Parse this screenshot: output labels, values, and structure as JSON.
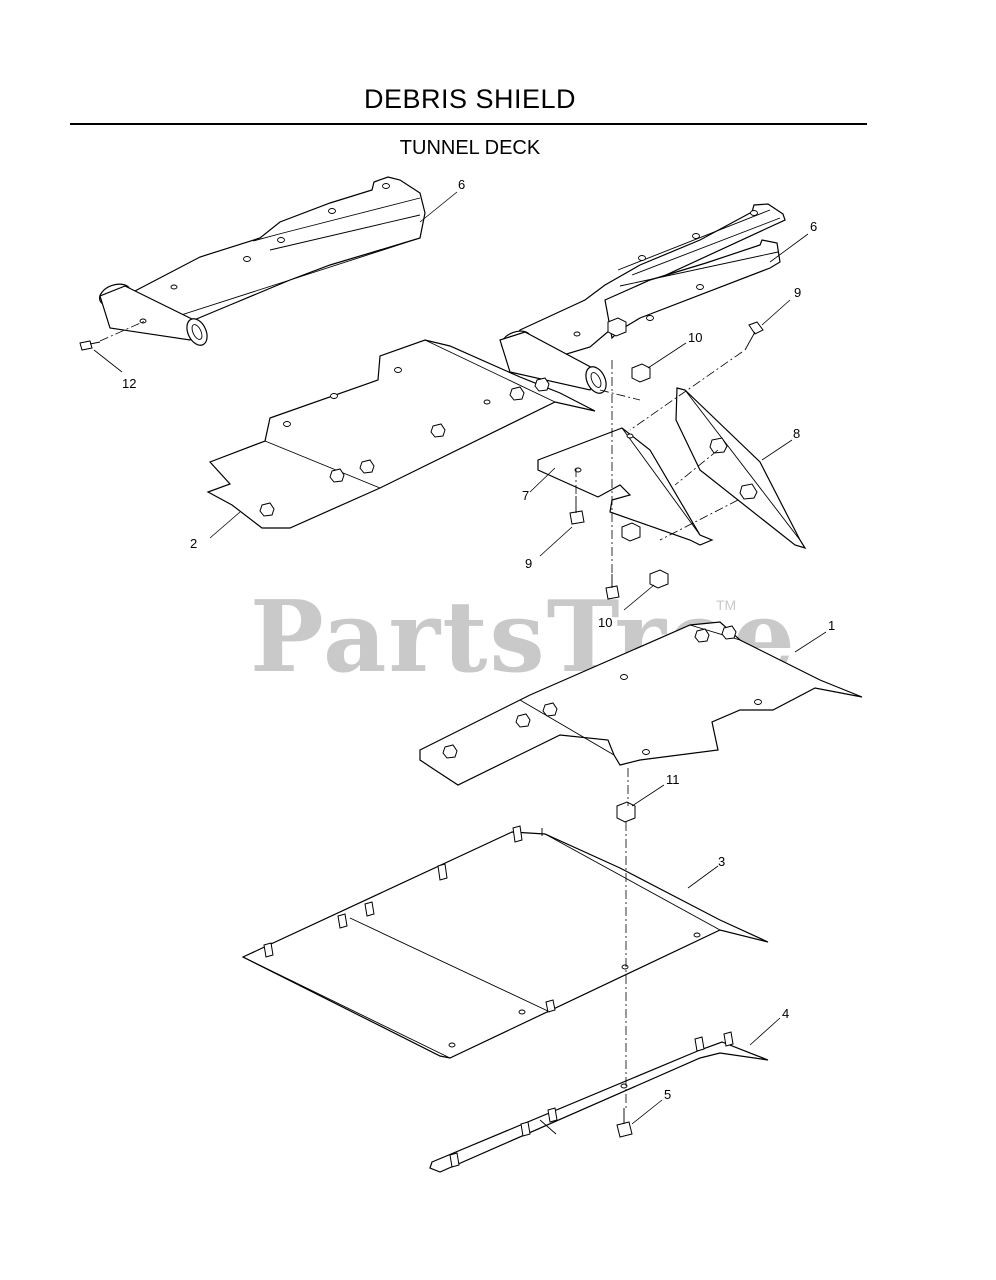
{
  "title": "DEBRIS SHIELD",
  "subtitle": "TUNNEL DECK",
  "watermark": {
    "text": "PartsTree",
    "trademark": "TM"
  },
  "callouts": {
    "c1": "1",
    "c2": "2",
    "c3": "3",
    "c4": "4",
    "c5": "5",
    "c6a": "6",
    "c6b": "6",
    "c7": "7",
    "c8": "8",
    "c9a": "9",
    "c9b": "9",
    "c10a": "10",
    "c10b": "10",
    "c11": "11",
    "c12": "12"
  }
}
